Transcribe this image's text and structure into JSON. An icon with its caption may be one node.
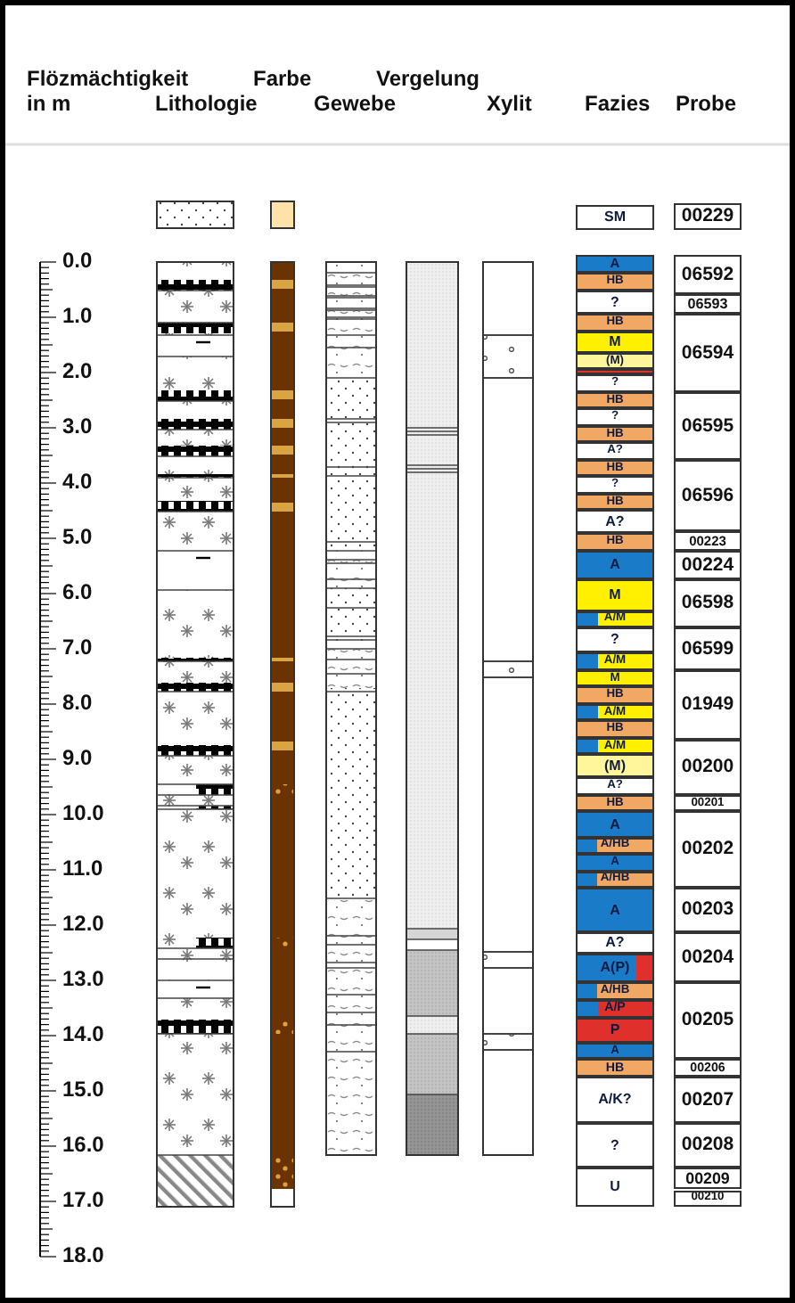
{
  "diagram": {
    "nodes": [
      {
        "text": [
          "SM"
        ]
      },
      {
        "text": [
          "00229"
        ]
      },
      {
        "text": [
          "A"
        ]
      },
      {
        "text": [
          "HB"
        ]
      },
      {
        "text": [
          "?"
        ]
      },
      {
        "text": [
          "HB"
        ]
      },
      {
        "text": [
          "M"
        ]
      },
      {
        "text": [
          "(M)"
        ]
      },
      {
        "text": [],
        "shape": "bar"
      },
      {
        "text": [
          "?"
        ]
      },
      {
        "text": [
          "HB"
        ]
      },
      {
        "text": [
          "?"
        ]
      },
      {
        "text": [
          "HB"
        ]
      },
      {
        "text": [
          "A?"
        ]
      },
      {
        "text": [
          "HB"
        ]
      },
      {
        "text": [
          "?"
        ]
      },
      {
        "text": [
          "HB"
        ]
      },
      {
        "text": [
          "A?"
        ]
      },
      {
        "text": [
          "HB"
        ]
      },
      {
        "text": [
          "A"
        ]
      },
      {
        "text": [
          "M"
        ]
      },
      {
        "text": [
          "A/M"
        ]
      },
      {
        "text": [
          "?"
        ]
      },
      {
        "text": [
          "A/M"
        ]
      },
      {
        "text": [
          "M"
        ]
      },
      {
        "text": [
          "HB"
        ]
      },
      {
        "text": [
          "A/M"
        ]
      },
      {
        "text": [
          "HB"
        ]
      },
      {
        "text": [
          "A/M"
        ]
      },
      {
        "text": [
          "(M)"
        ]
      },
      {
        "text": [
          "A?"
        ]
      },
      {
        "text": [
          "HB"
        ]
      },
      {
        "text": [
          "A"
        ]
      },
      {
        "text": [
          "A/HB"
        ]
      },
      {
        "text": [
          "A"
        ]
      },
      {
        "text": [
          "A/HB"
        ]
      },
      {
        "text": [
          "A"
        ]
      },
      {
        "text": [
          "A?"
        ]
      },
      {
        "text": [
          "A(P)"
        ]
      },
      {
        "text": [
          "A/HB"
        ]
      },
      {
        "text": [
          "A/P"
        ]
      },
      {
        "text": [
          "P"
        ]
      },
      {
        "text": [
          "A"
        ]
      },
      {
        "text": [
          "HB"
        ]
      },
      {
        "text": [
          "A/K?"
        ]
      },
      {
        "text": [
          "?"
        ]
      },
      {
        "text": [
          "U"
        ]
      },
      {
        "text": [
          "06592"
        ]
      },
      {
        "text": [
          "06593"
        ]
      },
      {
        "text": [
          "06594"
        ]
      },
      {
        "text": [
          "06595"
        ]
      },
      {
        "text": [
          "06596"
        ]
      },
      {
        "text": [
          "00223"
        ]
      },
      {
        "text": [
          "00224"
        ]
      },
      {
        "text": [
          "06598"
        ]
      },
      {
        "text": [
          "06599"
        ]
      },
      {
        "text": [
          "01949"
        ]
      },
      {
        "text": [
          "00200"
        ]
      },
      {
        "text": [
          "00201"
        ]
      },
      {
        "text": [
          "00202"
        ]
      },
      {
        "text": [
          "00203"
        ]
      },
      {
        "text": [
          "00204"
        ]
      },
      {
        "text": [
          "00205"
        ]
      },
      {
        "text": [
          "00206"
        ]
      },
      {
        "text": [
          "00207"
        ]
      },
      {
        "text": [
          "00208"
        ]
      },
      {
        "text": [
          "00209"
        ]
      },
      {
        "text": [
          "00210"
        ]
      }
    ],
    "labels": [
      "Flözmächtigkeit in m",
      "Farbe",
      "Vergelung",
      "Lithologie",
      "Gewebe",
      "Xylit",
      "Fazies",
      "Probe",
      "0.0",
      "1.0",
      "2.0",
      "3.0",
      "4.0",
      "5.0",
      "6.0",
      "7.0",
      "8.0",
      "9.0",
      "10.0",
      "11.0",
      "12.0",
      "13.0",
      "14.0",
      "15.0",
      "16.0",
      "17.0",
      "18.0"
    ]
  }
}
